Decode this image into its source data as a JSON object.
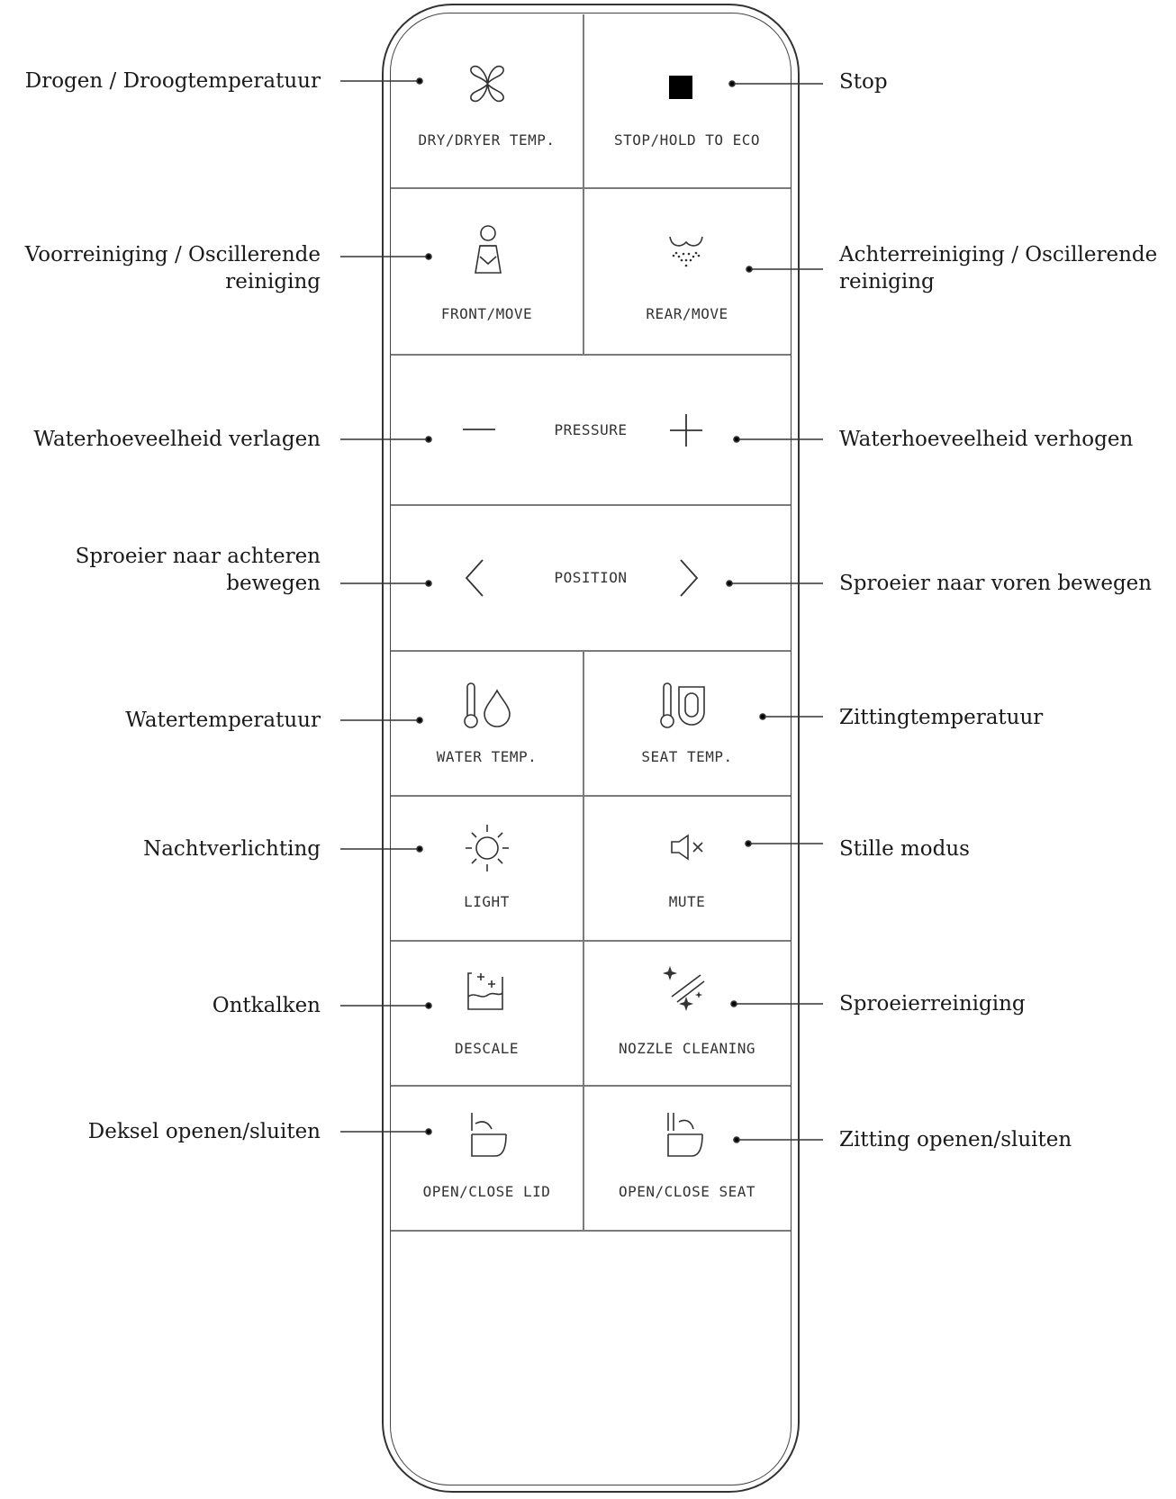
{
  "buttons": {
    "dry": "DRY/DRYER TEMP.",
    "stop": "STOP/HOLD TO ECO",
    "front": "FRONT/MOVE",
    "rear": "REAR/MOVE",
    "pressure": "PRESSURE",
    "position": "POSITION",
    "water_temp": "WATER TEMP.",
    "seat_temp": "SEAT TEMP.",
    "light": "LIGHT",
    "mute": "MUTE",
    "descale": "DESCALE",
    "nozzle_cleaning": "NOZZLE CLEANING",
    "open_close_lid": "OPEN/CLOSE LID",
    "open_close_seat": "OPEN/CLOSE SEAT"
  },
  "icons": {
    "dry": "fan-icon",
    "stop": "stop-square-icon",
    "front": "front-wash-person-icon",
    "rear": "rear-wash-spray-icon",
    "pressure_down": "minus-icon",
    "pressure_up": "plus-icon",
    "position_back": "chevron-left-icon",
    "position_forward": "chevron-right-icon",
    "water_temp": "thermometer-droplet-icon",
    "seat_temp": "thermometer-seat-icon",
    "light": "sun-icon",
    "mute": "speaker-mute-icon",
    "descale": "descale-tank-icon",
    "nozzle_cleaning": "nozzle-sparkle-icon",
    "open_close_lid": "toilet-lid-icon",
    "open_close_seat": "toilet-seat-icon"
  },
  "callouts": {
    "dry": "Drogen / Droogtemperatuur",
    "stop": "Stop",
    "front_line1": "Voorreiniging / Oscillerende",
    "front_line2": "reiniging",
    "rear_line1": "Achterreiniging / Oscillerende",
    "rear_line2": "reiniging",
    "pressure_down": "Waterhoeveelheid verlagen",
    "pressure_up": "Waterhoeveelheid verhogen",
    "position_back_line1": "Sproeier naar achteren",
    "position_back_line2": "bewegen",
    "position_forward": "Sproeier naar voren bewegen",
    "water_temp": "Watertemperatuur",
    "seat_temp": "Zittingtemperatuur",
    "light": "Nachtverlichting",
    "mute": "Stille modus",
    "descale": "Ontkalken",
    "nozzle_cleaning": "Sproeierreiniging",
    "open_close_lid": "Deksel openen/sluiten",
    "open_close_seat": "Zitting openen/sluiten"
  },
  "colors": {
    "line": "#333333",
    "text": "#1a1a1a",
    "stop_fill": "#000000"
  }
}
